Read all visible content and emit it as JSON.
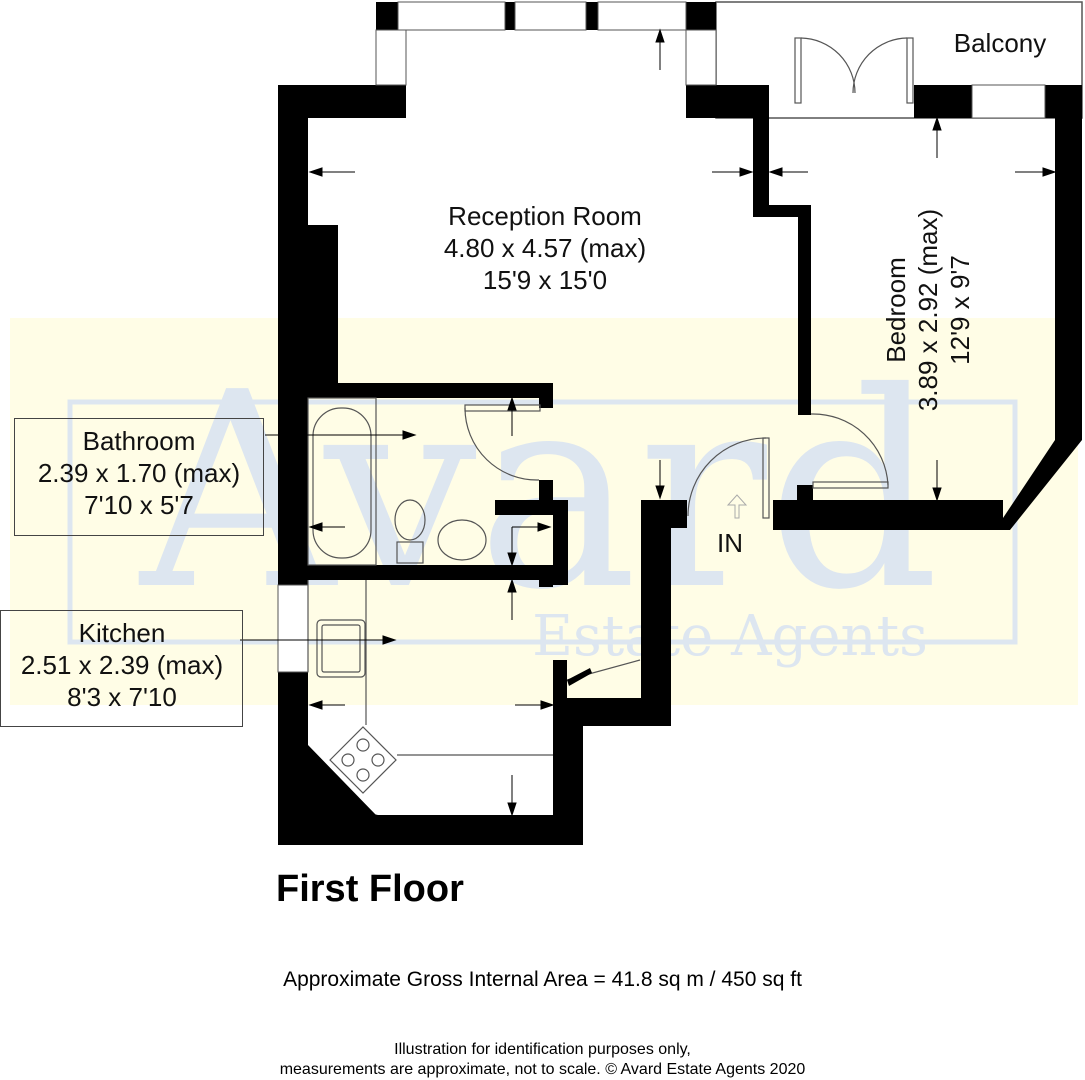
{
  "watermark": {
    "brand": "Avard",
    "tagline": "Estate Agents",
    "band_color": "#fffde6",
    "text_color": "#dde6f0"
  },
  "rooms": {
    "reception": {
      "name": "Reception Room",
      "metric": "4.80 x 4.57 (max)",
      "imperial": "15'9 x 15'0"
    },
    "bedroom": {
      "name": "Bedroom",
      "metric": "3.89 x 2.92 (max)",
      "imperial": "12'9 x 9'7"
    },
    "bathroom": {
      "name": "Bathroom",
      "metric": "2.39 x 1.70 (max)",
      "imperial": "7'10 x 5'7"
    },
    "kitchen": {
      "name": "Kitchen",
      "metric": "2.51 x 2.39 (max)",
      "imperial": "8'3 x 7'10"
    },
    "balcony": {
      "name": "Balcony"
    }
  },
  "entrance": {
    "label": "IN"
  },
  "floor": {
    "title": "First Floor"
  },
  "area": {
    "text": "Approximate Gross Internal Area = 41.8 sq m / 450 sq ft"
  },
  "disclaimer": {
    "line1": "Illustration for identification purposes only,",
    "line2": "measurements are approximate, not to scale. © Avard Estate Agents 2020"
  }
}
